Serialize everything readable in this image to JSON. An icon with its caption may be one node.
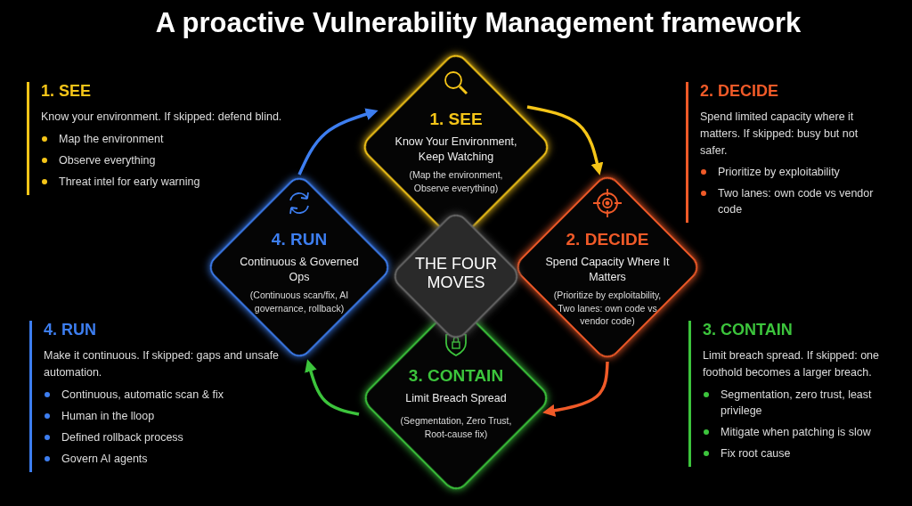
{
  "diagram": {
    "title": "A proactive Vulnerability Management framework",
    "nodes": [
      {
        "text": [
          "1. SEE",
          "Know Your Environment, Keep Watching",
          "(Map the environment, Observe everything)"
        ]
      },
      {
        "text": [
          "2. DECIDE",
          "Spend Capacity Where It Matters",
          "(Prioritize by exploitability, Two lanes: own code vs vendor code)"
        ]
      },
      {
        "text": [
          "3. CONTAIN",
          "Limit Breach Spread",
          "(Segmentation, Zero Trust, Root-cause fix)"
        ]
      },
      {
        "text": [
          "4. RUN",
          "Continuous & Governed Ops",
          "(Continuous scan/fix, AI governance, rollback)"
        ]
      },
      {
        "text": [
          "THE FOUR MOVES"
        ]
      },
      {
        "text": [
          "1. SEE",
          "Know your environment. If skipped: defend blind.",
          "Map the environment",
          "Observe everything",
          "Threat intel for early warning"
        ]
      },
      {
        "text": [
          "2. DECIDE",
          "Spend limited capacity where it matters. If skipped: busy but not safer.",
          "Prioritize by exploitability",
          "Two lanes: own code vs vendor code"
        ]
      },
      {
        "text": [
          "4. RUN",
          "Make it continuous. If skipped: gaps and unsafe automation.",
          "Continuous, automatic scan & fix",
          "Human in the lloop",
          "Defined rollback process",
          "Govern AI agents"
        ]
      },
      {
        "text": [
          "3. CONTAIN",
          "Limit breach spread. If skipped: one foothold becomes a larger breach.",
          "Segmentation, zero trust, least privilege",
          "Mitigate when patching is slow",
          "Fix root cause"
        ]
      }
    ],
    "edges": [
      {
        "from": 3,
        "to": 0,
        "arrow": "to",
        "color": "#3d7ef0"
      },
      {
        "from": 0,
        "to": 1,
        "arrow": "to",
        "color": "#f5c518"
      },
      {
        "from": 1,
        "to": 2,
        "arrow": "to",
        "color": "#f05a28"
      },
      {
        "from": 2,
        "to": 3,
        "arrow": "to",
        "color": "#3cc43c"
      }
    ]
  }
}
